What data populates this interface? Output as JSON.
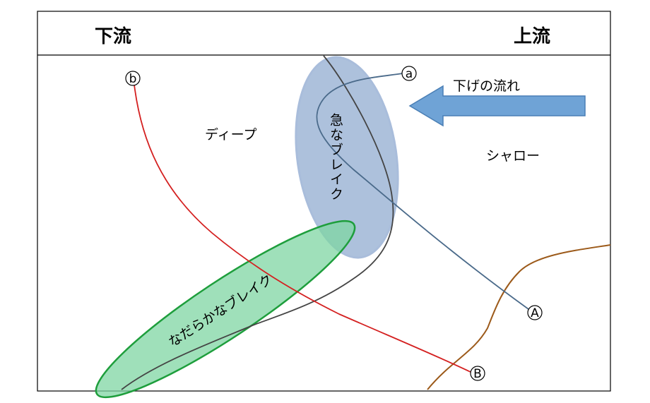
{
  "header": {
    "left": "下流",
    "right": "上流"
  },
  "labels": {
    "deep": "ディープ",
    "shallow": "シャロー",
    "flow": "下げの流れ",
    "steep_break": "急なブレイク",
    "gentle_break": "なだらかなブレイク"
  },
  "markers": {
    "a": "a",
    "b": "b",
    "A": "A",
    "B": "B"
  },
  "colors": {
    "border": "#000000",
    "steep_fill": "#9fb6d6",
    "steep_stroke": "#a9bddb",
    "gentle_fill": "#7fd5a3",
    "gentle_stroke": "#1e9e3c",
    "arrow_fill": "#6fa3d6",
    "arrow_stroke": "#4a7fb5",
    "line_a": "#4a6a8a",
    "line_b": "#d42020",
    "contour_dark": "#444444",
    "contour_brown": "#9c5a1a"
  }
}
